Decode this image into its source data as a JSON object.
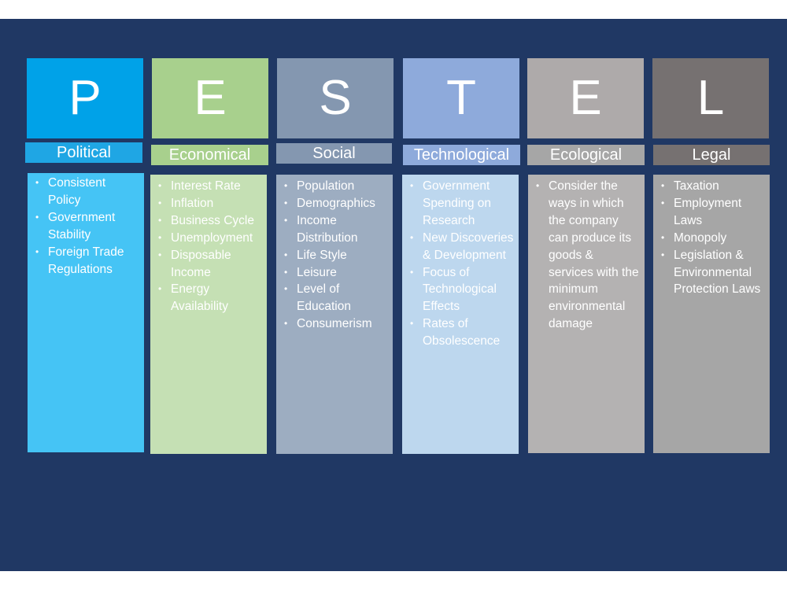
{
  "title": "",
  "columns": [
    {
      "letter": "P",
      "label": "Political",
      "items": [
        "Consistent Policy",
        "Government Stability",
        "Foreign Trade Regulations"
      ],
      "colors": {
        "letter": "#00a2e8",
        "label": "#1fa6e4",
        "content": "#45c4f5",
        "text": "#ffffff"
      }
    },
    {
      "letter": "E",
      "label": "Economical",
      "items": [
        "Interest Rate",
        "Inflation",
        "Business Cycle",
        "Unemployment",
        "Disposable Income",
        "Energy Availability"
      ],
      "colors": {
        "letter": "#a8d08d",
        "label": "#a8d08d",
        "content": "#c5e0b4",
        "text": "#ffffff"
      }
    },
    {
      "letter": "S",
      "label": "Social",
      "items": [
        "Population",
        "Demographics",
        "Income Distribution",
        "Life Style",
        "Leisure",
        "Level of Education",
        "Consumerism"
      ],
      "colors": {
        "letter": "#8497b0",
        "label": "#8497b0",
        "content": "#9dadc1",
        "text": "#ffffff"
      }
    },
    {
      "letter": "T",
      "label": "Technological",
      "items": [
        "Government Spending on Research",
        "New Discoveries & Development",
        "Focus of Technological Effects",
        "Rates of Obsolescence"
      ],
      "colors": {
        "letter": "#8eaadb",
        "label": "#8eaadb",
        "content": "#bdd7ee",
        "text": "#ffffff"
      }
    },
    {
      "letter": "E",
      "label": "Ecological",
      "items": [
        "Consider the ways in which the company can produce its goods & services with the minimum environmental damage"
      ],
      "colors": {
        "letter": "#aeaaaa",
        "label": "#a6a6a6",
        "content": "#b4b2b2",
        "text": "#ffffff"
      }
    },
    {
      "letter": "L",
      "label": "Legal",
      "items": [
        "Taxation",
        "Employment Laws",
        "Monopoly",
        "Legislation & Environmental Protection Laws"
      ],
      "colors": {
        "letter": "#767171",
        "label": "#767171",
        "content": "#a6a6a6",
        "text": "#ffffff"
      }
    }
  ],
  "background": "#203864"
}
